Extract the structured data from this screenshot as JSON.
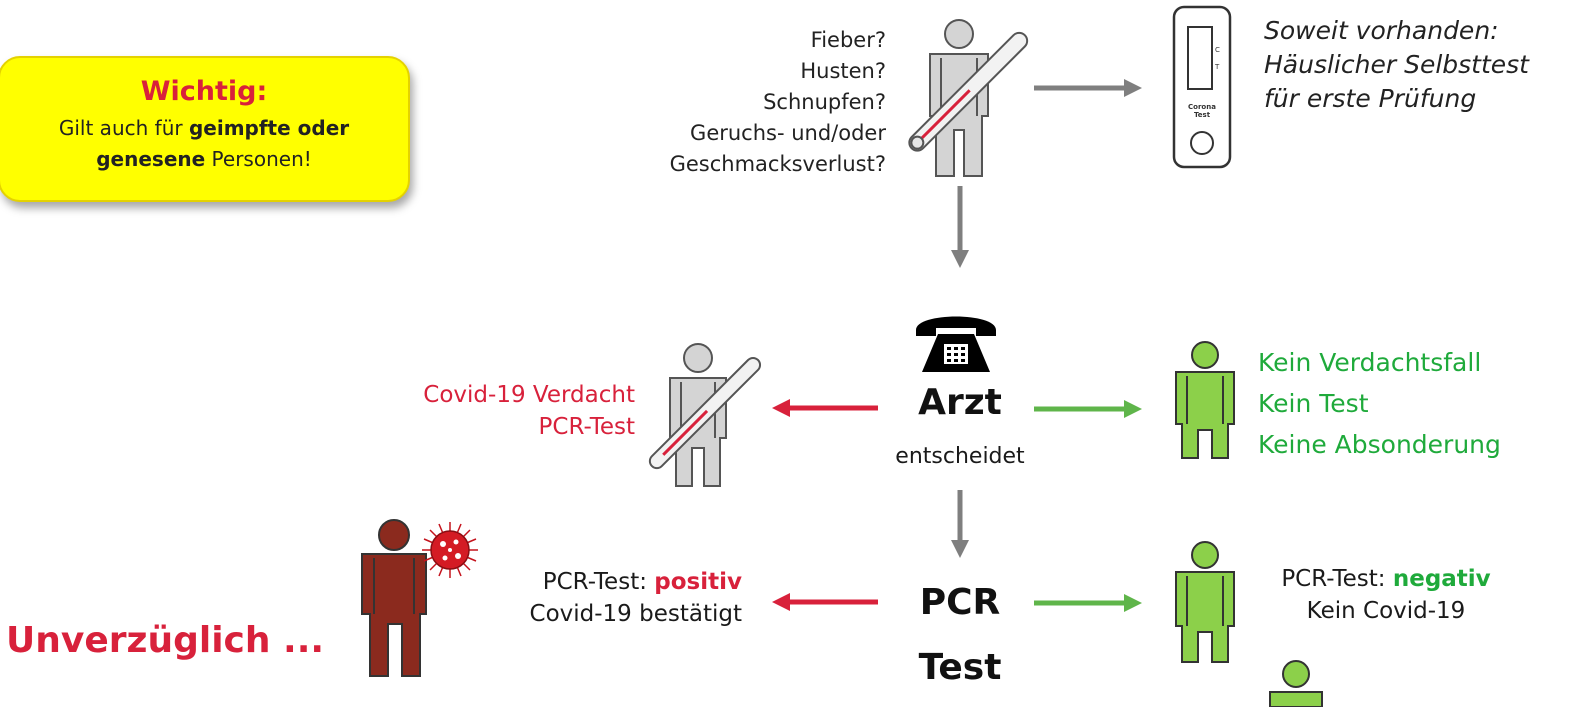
{
  "note": {
    "title": "Wichtig:",
    "line1_pre": "Gilt auch für ",
    "line1_bold": "geimpfte oder",
    "line2_bold": "genesene",
    "line2_post": " Personen!"
  },
  "symptoms": [
    "Fieber?",
    "Husten?",
    "Schnupfen?",
    "Geruchs- und/oder",
    "Geschmacksverlust?"
  ],
  "self_test": [
    "Soweit vorhanden:",
    "Häuslicher Selbsttest",
    "für erste Prüfung"
  ],
  "test_kit": {
    "c_mark": "C",
    "t_mark": "T",
    "label_line1": "Corona",
    "label_line2": "Test"
  },
  "doctor": {
    "title": "Arzt",
    "subtitle": "entscheidet"
  },
  "suspicion": [
    "Covid-19 Verdacht",
    "PCR-Test"
  ],
  "no_case": [
    "Kein Verdachtsfall",
    "Kein Test",
    "Keine Absonderung"
  ],
  "pcr": {
    "line1": "PCR",
    "line2": "Test"
  },
  "positive": {
    "prefix": "PCR-Test: ",
    "result": "positiv",
    "line2": "Covid-19 bestätigt"
  },
  "negative": {
    "prefix": "PCR-Test: ",
    "result": "negativ",
    "line2": "Kein Covid-19"
  },
  "immediately": "Unverzüglich ...",
  "colors": {
    "red": "#d8213b",
    "green": "#1faa3b",
    "grey_arrow": "#7f7f7f",
    "person_green": "#8cd04a",
    "person_red": "#8b2a1e",
    "highlight": "#ffff00"
  },
  "icons": [
    "patient-thermometer-icon",
    "corona-test-kit-icon",
    "telephone-icon",
    "healthy-person-icon",
    "infected-person-icon",
    "virus-icon"
  ]
}
